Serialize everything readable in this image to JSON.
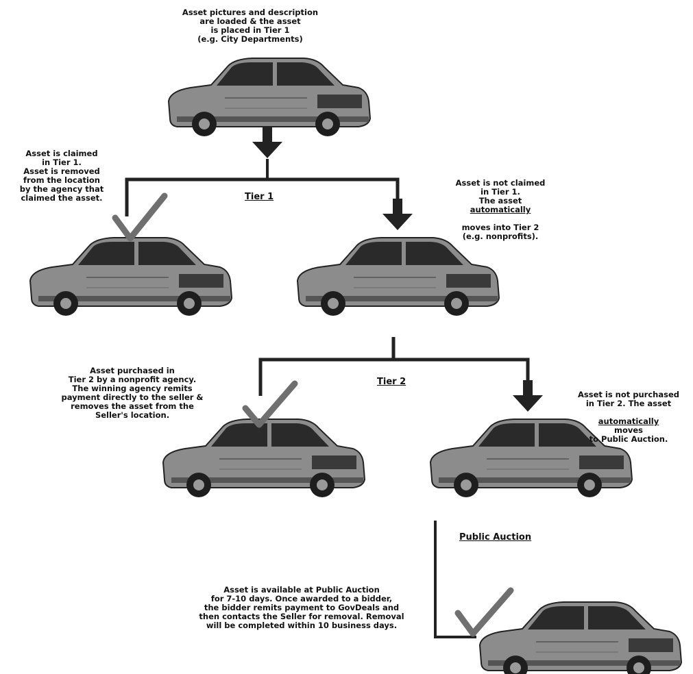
{
  "colors": {
    "ink": "#111111",
    "car_body": "#8c8c8c",
    "car_dark": "#2a2a2a",
    "check": "#6f6f6f"
  },
  "steps": {
    "start": "Asset pictures and description\nare loaded & the asset\nis placed in Tier 1\n(e.g.  City Departments)",
    "tier1_claimed": "Asset is claimed\nin Tier 1.\nAsset is removed\nfrom the location\nby the agency that\nclaimed the asset.",
    "tier1_not_claimed_a": "Asset is not claimed\nin Tier 1.\nThe asset",
    "tier1_not_claimed_u": "automatically",
    "tier1_not_claimed_b": "moves into Tier 2\n(e.g. nonprofits).",
    "tier2_purchased": "Asset purchased in\nTier 2 by a nonprofit agency.\nThe winning agency remits\npayment directly to the seller &\nremoves the asset from the\nSeller's location.",
    "tier2_not_purchased_a": "Asset is not purchased\nin Tier 2. The asset",
    "tier2_not_purchased_u": "automatically",
    "tier2_not_purchased_b": "moves\nto Public Auction.",
    "auction": "Asset is available at Public Auction\nfor 7-10 days.  Once awarded to a bidder,\nthe bidder remits payment to GovDeals and\nthen contacts the Seller for removal.  Removal\nwill be completed within 10 business days."
  },
  "labels": {
    "tier1": "Tier 1",
    "tier2": "Tier 2",
    "public_auction": "Public Auction"
  },
  "icons": {
    "car": "car-icon",
    "check": "checkmark-icon",
    "arrow": "down-arrow-icon"
  }
}
